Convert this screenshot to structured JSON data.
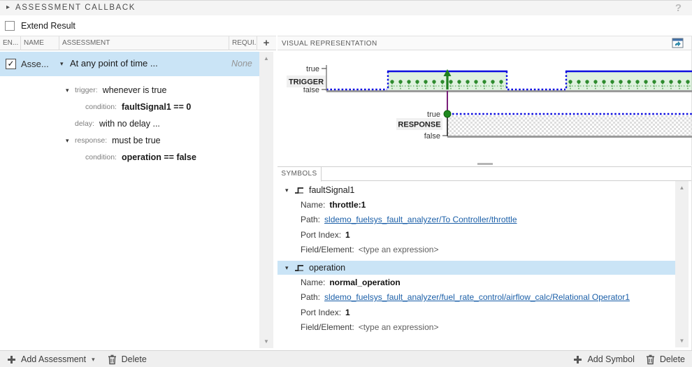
{
  "header": {
    "title": "ASSESSMENT CALLBACK",
    "help_icon": "?"
  },
  "icons": {
    "collapse": "▸",
    "row_expander": "▾",
    "dropdown_caret": "▾",
    "scroll_up": "▲",
    "scroll_down": "▼"
  },
  "extend_result": {
    "label": "Extend Result",
    "checked": false
  },
  "assessment_table": {
    "columns": {
      "enabled": "EN...",
      "name": "NAME",
      "assessment": "ASSESSMENT",
      "requirements": "REQUI...",
      "add_icon": "+"
    },
    "row": {
      "enabled_checked": true,
      "check_glyph": "✓",
      "name": "Asse...",
      "expander": "▾",
      "assessment": "At any point of time ...",
      "requirements": "None"
    },
    "details": [
      {
        "expander": "▾",
        "label": "trigger:",
        "value": "whenever is true"
      },
      {
        "expander": "",
        "label": "condition:",
        "value": "faultSignal1 == 0"
      },
      {
        "expander": "",
        "label": "delay:",
        "value": "with no delay ..."
      },
      {
        "expander": "▾",
        "label": "response:",
        "value": "must be true"
      },
      {
        "expander": "",
        "label": "condition:",
        "value": "operation == false"
      }
    ]
  },
  "visual_panel": {
    "title": "VISUAL REPRESENTATION",
    "trigger": {
      "label": "TRIGGER",
      "true_label": "true",
      "false_label": "false"
    },
    "response": {
      "label": "RESPONSE",
      "true_label": "true",
      "false_label": "false"
    }
  },
  "signal_diagram": {
    "type": "signal-timeline",
    "trigger_signal": {
      "initial_state": "false",
      "transition_fractions": [
        0.17,
        0.49,
        0.66
      ],
      "states": [
        "false",
        "true",
        "false",
        "true"
      ]
    },
    "trigger_event_fraction": 0.33,
    "response_signal": {
      "starts_at_event": true,
      "expected_state": "true",
      "style": "dotted expected line over hatched unknown region"
    }
  },
  "symbols_panel": {
    "tab": "SYMBOLS",
    "items": [
      {
        "expander": "▾",
        "name": "faultSignal1",
        "selected": false,
        "fields": [
          {
            "label": "Name:",
            "value": "throttle:1"
          },
          {
            "label": "Path:",
            "value": "sldemo_fuelsys_fault_analyzer/To Controller/throttle"
          },
          {
            "label": "Port Index:",
            "value": "1"
          },
          {
            "label": "Field/Element:",
            "value": "<type an expression>"
          }
        ]
      },
      {
        "expander": "▾",
        "name": "operation",
        "selected": true,
        "fields": [
          {
            "label": "Name:",
            "value": "normal_operation"
          },
          {
            "label": "Path:",
            "value": "sldemo_fuelsys_fault_analyzer/fuel_rate_control/airflow_calc/Relational Operator1"
          },
          {
            "label": "Port Index:",
            "value": "1"
          },
          {
            "label": "Field/Element:",
            "value": "<type an expression>"
          }
        ]
      }
    ]
  },
  "footer": {
    "left": {
      "add_label": "Add Assessment",
      "delete_label": "Delete"
    },
    "right": {
      "add_label": "Add Symbol",
      "delete_label": "Delete"
    }
  },
  "colors": {
    "selection": "#cae4f6",
    "link": "#1b5fa8",
    "signal_blue": "#0d0de0",
    "pin_green": "#2e8b2e",
    "event_purple": "#7a1f7a",
    "axis_gray": "#9a9a9a"
  }
}
